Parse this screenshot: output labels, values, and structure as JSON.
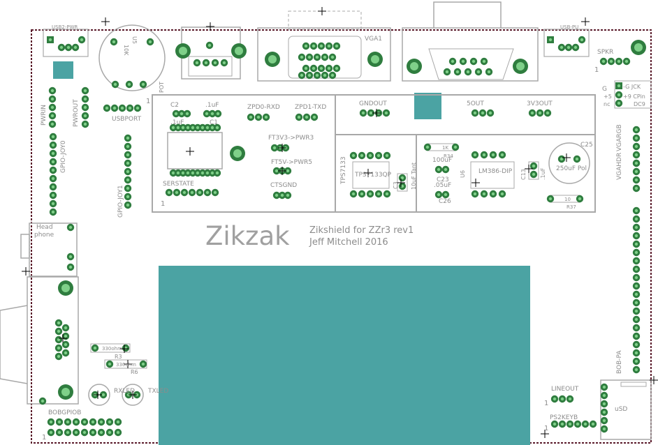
{
  "colors": {
    "outline": "#5a1a2a",
    "silk": "#a8a8a8",
    "silk_text": "#8c8c8c",
    "pad_fill": "#2f7d3f",
    "pad_inner": "#7fd089",
    "block": "#4ba3a3"
  },
  "title": "Zikzak",
  "subtitle_line1": "Zikshield for ZZr3 rev1",
  "subtitle_line2": "Jeff Mitchell 2016",
  "labels": {
    "usb2_pwr": "USB2-PWR",
    "usb_pu": "USB-PU",
    "pot": "POT",
    "pot_10k": "10K",
    "pot_u5": "U5",
    "usbport": "USBPORT",
    "vga1": "VGA1",
    "spkr": "SPKR",
    "g": "G",
    "gjck": "-G JCK",
    "p5": "+5",
    "p9cpin": "+9 CPin",
    "nc": "nc",
    "dc9": "DC9",
    "pwrin": "PWRIN",
    "pwrout": "PWROUT",
    "gpio_joy0": "GPIO-JOY0",
    "gpio_joy1": "GPIO-JOY1",
    "c2": "C2",
    "c2_val": ".1uF",
    "c1_val": ".1uF",
    "c1": "C1",
    "zpd0": "ZPD0-RXD",
    "zpd1": "ZPD1-TXD",
    "ft3v3": "FT3V3->PWR3",
    "ft5v": "FT5V->PWR5",
    "serstate": "SERSTATE",
    "ctsgnd": "CTSGND",
    "gndout": "GNDOUT",
    "5out": "5OUT",
    "3v3out": "3V3OUT",
    "tps7133": "TPS7133",
    "tps_chip": "TPS7133QP",
    "c3": "C3",
    "c3_val": "10uF Tant",
    "r34": "R34",
    "r34_val": "1K",
    "c23_val": "100uF",
    "c23": "C23",
    "c26_val": ".05uF",
    "c26": "C26",
    "u6": "U6",
    "lm386": "LM386-DIP",
    "c13": "C13",
    "c13_val": ".1uF",
    "c25": "C25",
    "c25_val": "250uF Pol",
    "r37": "R37",
    "r37_val": "10",
    "vgargb": "VGARGB",
    "vgahdr": "VGAHDR",
    "bob_pa": "BOB-PA",
    "headphone1": "Head",
    "headphone2": "phone",
    "r3_val": "330ohm",
    "r3": "R3",
    "r6_val": "330ohm",
    "r6": "R6",
    "rxled": "RXLED",
    "txled": "TXLED",
    "bobgpiob": "BOBGPIOB",
    "lineout": "LINEOUT",
    "ps2keyb": "PS2KEYB",
    "usd": "uSD",
    "pin1": "1"
  }
}
